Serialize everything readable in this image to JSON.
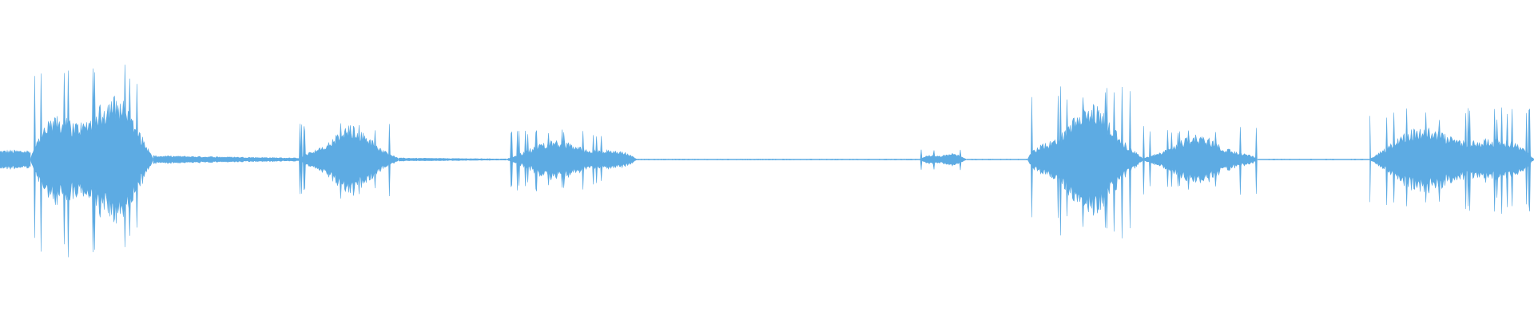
{
  "waveform": {
    "color": "#5DABE3",
    "background": "#FFFFFF",
    "segments": [
      {
        "start": 0.0,
        "end": 0.02,
        "amp": 0.06,
        "peak": 0.08,
        "style": "flat"
      },
      {
        "start": 0.02,
        "end": 0.1,
        "amp": 0.5,
        "peak": 0.6,
        "style": "burst"
      },
      {
        "start": 0.1,
        "end": 0.195,
        "amp": 0.025,
        "peak": 0.04,
        "style": "tail"
      },
      {
        "start": 0.195,
        "end": 0.26,
        "amp": 0.22,
        "peak": 0.23,
        "style": "burst"
      },
      {
        "start": 0.26,
        "end": 0.33,
        "amp": 0.01,
        "peak": 0.02,
        "style": "tail"
      },
      {
        "start": 0.33,
        "end": 0.415,
        "amp": 0.14,
        "peak": 0.19,
        "style": "burst"
      },
      {
        "start": 0.415,
        "end": 0.6,
        "amp": 0.005,
        "peak": 0.01,
        "style": "silence"
      },
      {
        "start": 0.6,
        "end": 0.63,
        "amp": 0.05,
        "peak": 0.07,
        "style": "burst"
      },
      {
        "start": 0.63,
        "end": 0.67,
        "amp": 0.005,
        "peak": 0.01,
        "style": "silence"
      },
      {
        "start": 0.67,
        "end": 0.745,
        "amp": 0.36,
        "peak": 0.47,
        "style": "burst"
      },
      {
        "start": 0.745,
        "end": 0.82,
        "amp": 0.16,
        "peak": 0.22,
        "style": "burst"
      },
      {
        "start": 0.82,
        "end": 0.893,
        "amp": 0.005,
        "peak": 0.01,
        "style": "silence"
      },
      {
        "start": 0.893,
        "end": 1.0,
        "amp": 0.25,
        "peak": 0.33,
        "style": "burst"
      }
    ]
  }
}
